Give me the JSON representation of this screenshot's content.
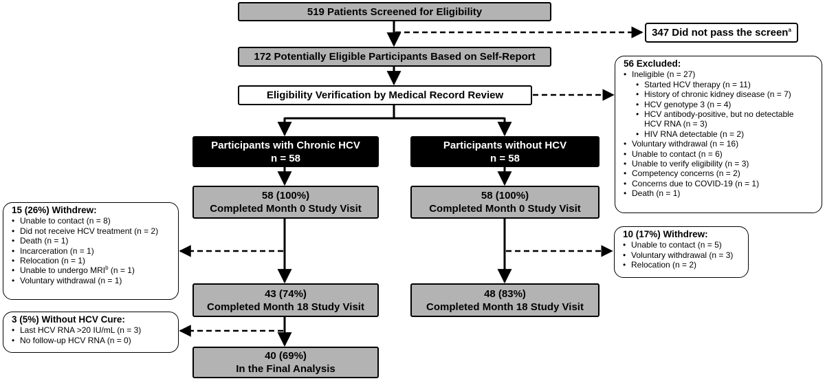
{
  "nodes": {
    "screened": "519 Patients Screened for Eligibility",
    "not_pass": "347 Did not pass the screen",
    "not_pass_sup": "a",
    "potentially_eligible": "172 Potentially Eligible Participants Based on Self-Report",
    "verification": "Eligibility Verification by Medical Record Review",
    "chronic_title": "Participants with Chronic HCV",
    "chronic_n": "n = 58",
    "without_title": "Participants without HCV",
    "without_n": "n = 58",
    "chronic_m0_count": "58 (100%)",
    "chronic_m0_label": "Completed Month 0 Study Visit",
    "without_m0_count": "58 (100%)",
    "without_m0_label": "Completed Month 0 Study Visit",
    "chronic_m18_count": "43 (74%)",
    "chronic_m18_label": "Completed Month 18 Study Visit",
    "without_m18_count": "48 (83%)",
    "without_m18_label": "Completed Month 18 Study Visit",
    "final_count": "40 (69%)",
    "final_label": "In the Final Analysis"
  },
  "excluded": {
    "title": "56 Excluded:",
    "items": [
      "Ineligible (n = 27)",
      "Started HCV therapy (n = 11)",
      "History of chronic kidney disease (n = 7)",
      "HCV genotype 3 (n = 4)",
      "HCV antibody-positive, but no detectable",
      "HCV RNA (n = 3)",
      "HIV RNA detectable (n = 2)",
      "Voluntary withdrawal (n = 16)",
      "Unable to contact (n = 6)",
      "Unable to verify eligibility (n = 3)",
      "Competency concerns (n = 2)",
      "Concerns due to COVID-19 (n = 1)",
      "Death (n = 1)"
    ]
  },
  "withdrew_chronic": {
    "title": "15 (26%) Withdrew:",
    "items": [
      "Unable to contact (n = 8)",
      "Did not receive HCV treatment (n = 2)",
      "Death (n = 1)",
      "Incarceration (n = 1)",
      "Relocation (n = 1)",
      "Unable to undergo MRI",
      "b",
      " (n = 1)",
      "Voluntary withdrawal (n = 1)"
    ]
  },
  "withdrew_without": {
    "title": "10 (17%) Withdrew:",
    "items": [
      "Unable to contact (n = 5)",
      "Voluntary withdrawal (n = 3)",
      "Relocation (n = 2)"
    ]
  },
  "no_cure": {
    "title": "3 (5%) Without HCV Cure:",
    "items": [
      "Last HCV RNA >20 IU/mL (n = 3)",
      "No follow-up HCV RNA (n = 0)"
    ]
  }
}
